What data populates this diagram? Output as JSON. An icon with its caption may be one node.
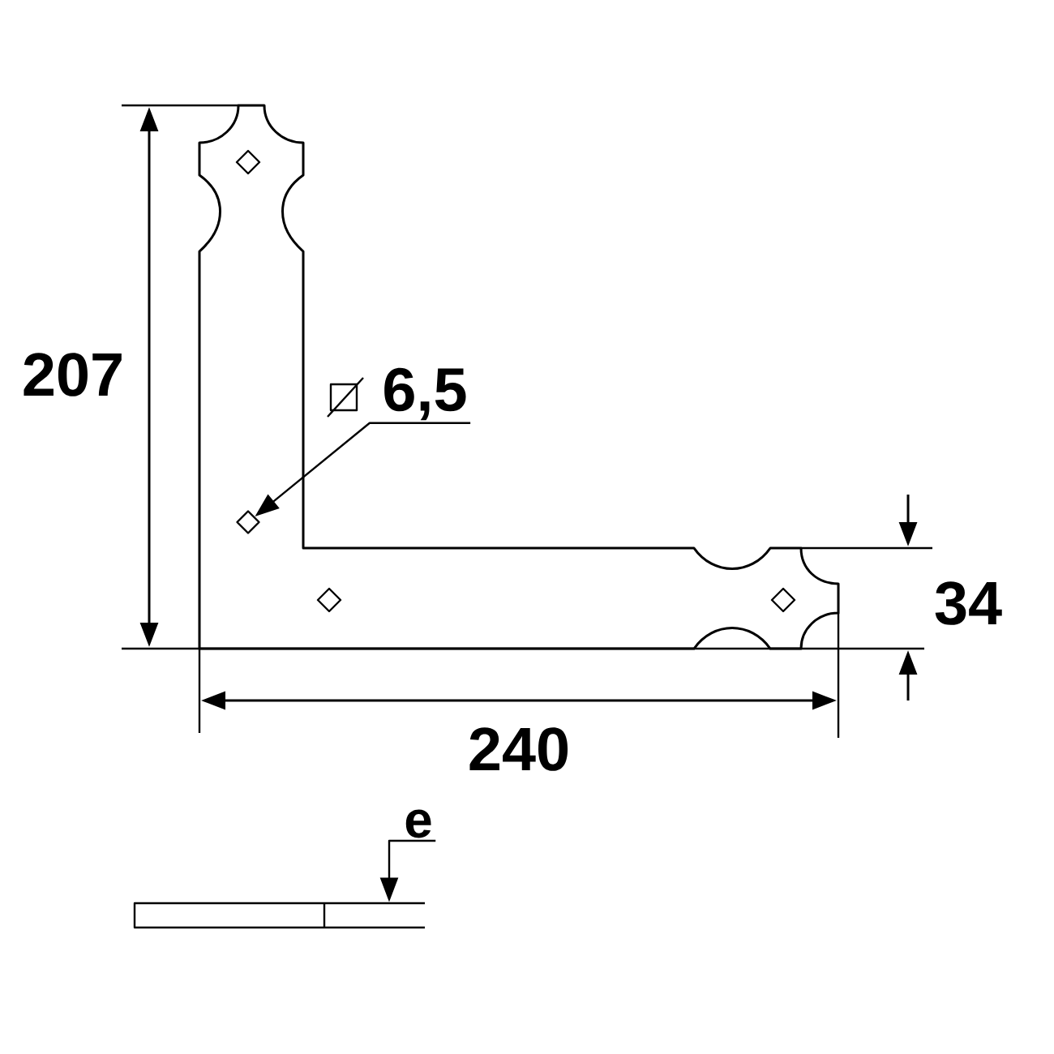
{
  "diagram": {
    "nodes": [
      {
        "text": [
          "6,5"
        ]
      },
      {
        "text": [],
        "shape": "diamond"
      },
      {
        "text": [
          "e"
        ]
      },
      {
        "text": [],
        "shape": "bar"
      }
    ],
    "edges": [
      {
        "from": 0,
        "to": 1,
        "arrow": "to"
      },
      {
        "from": 2,
        "to": 3,
        "arrow": "to"
      }
    ],
    "labels": [
      "207",
      "34",
      "240"
    ]
  }
}
